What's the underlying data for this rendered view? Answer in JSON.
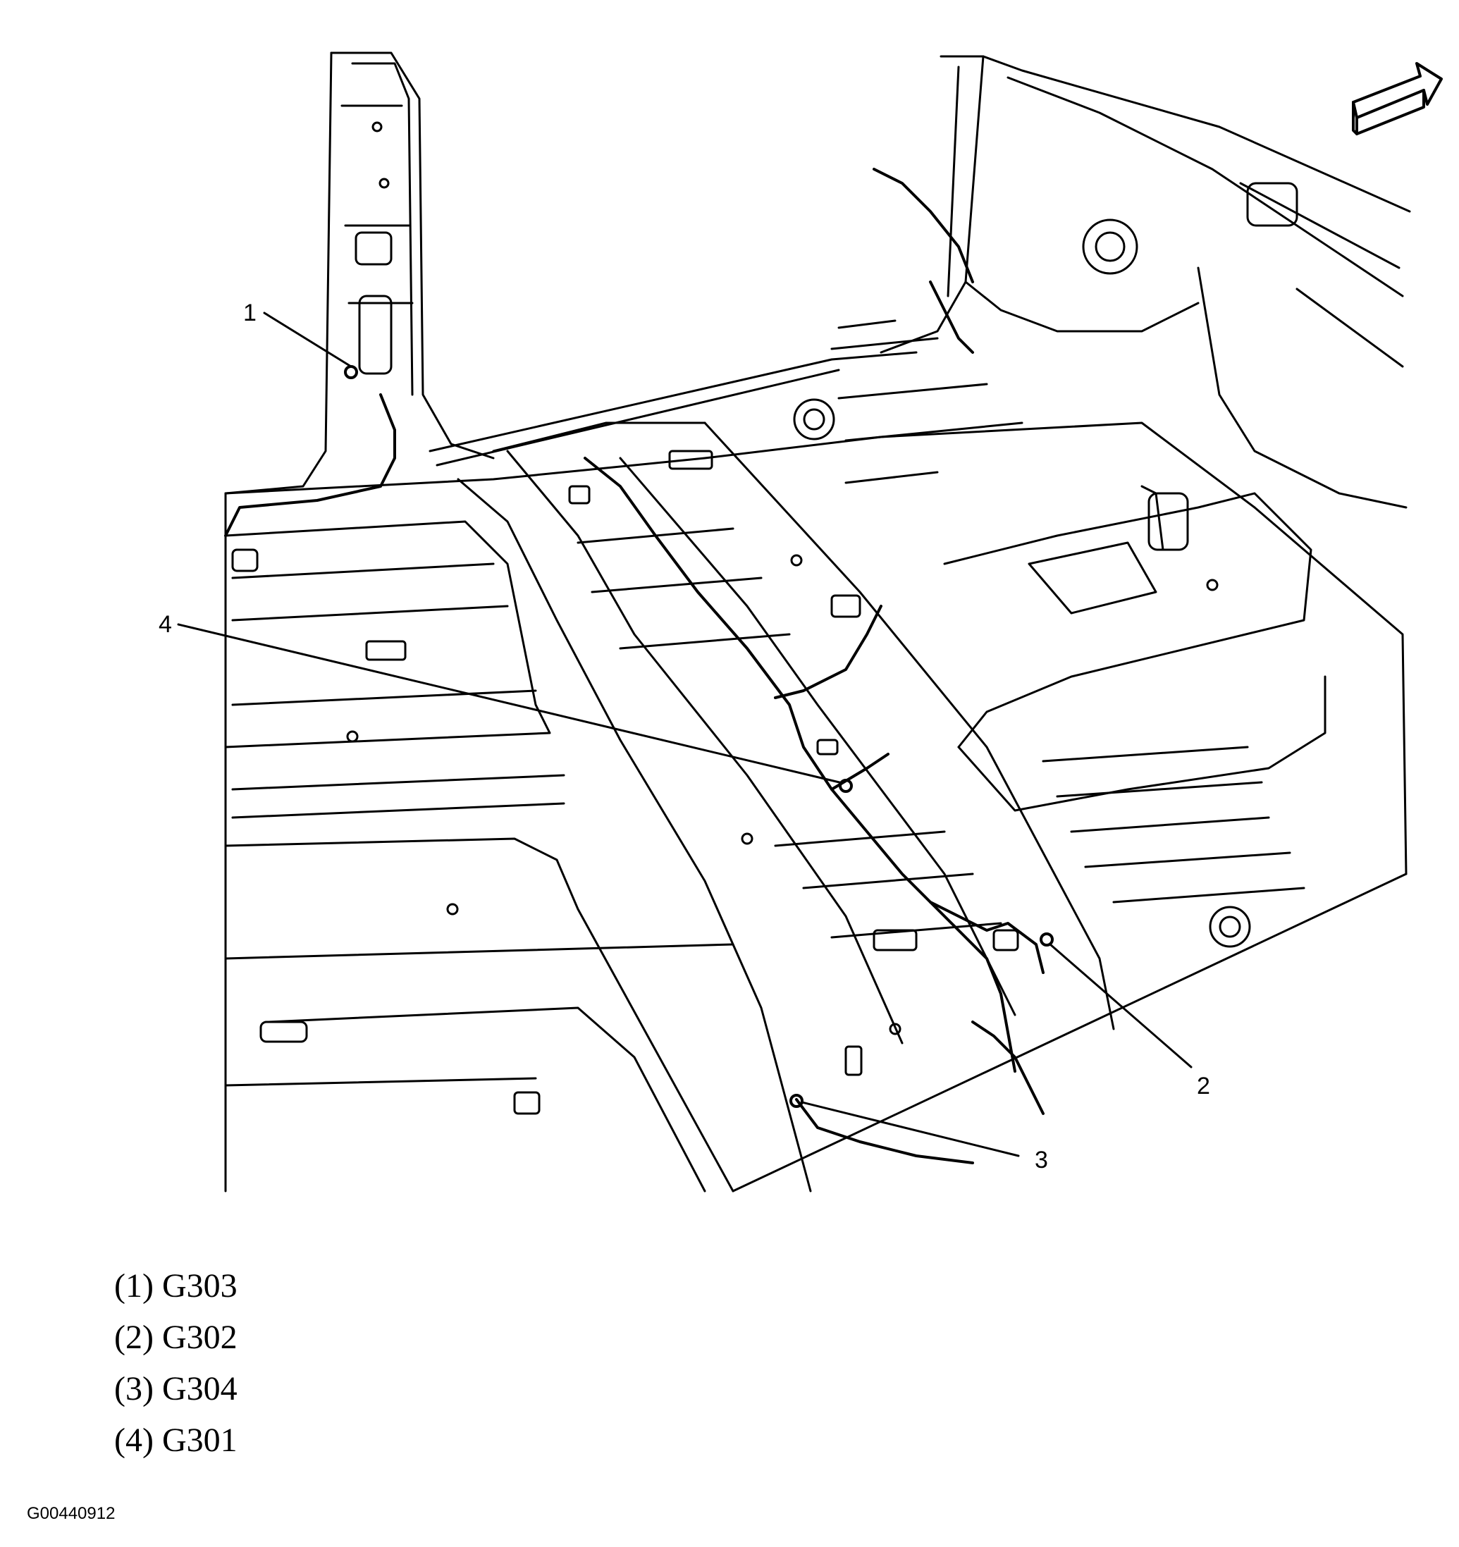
{
  "callouts": [
    {
      "number": "1",
      "code": "G303"
    },
    {
      "number": "2",
      "code": "G302"
    },
    {
      "number": "3",
      "code": "G304"
    },
    {
      "number": "4",
      "code": "G301"
    }
  ],
  "legend": [
    {
      "label": "(1) G303"
    },
    {
      "label": "(2) G302"
    },
    {
      "label": "(3) G304"
    },
    {
      "label": "(4) G301"
    }
  ],
  "figure_id": "G00440912",
  "icons": {
    "direction_arrow": "forward-direction-arrow-icon"
  },
  "colors": {
    "line": "#000000",
    "background": "#ffffff"
  }
}
